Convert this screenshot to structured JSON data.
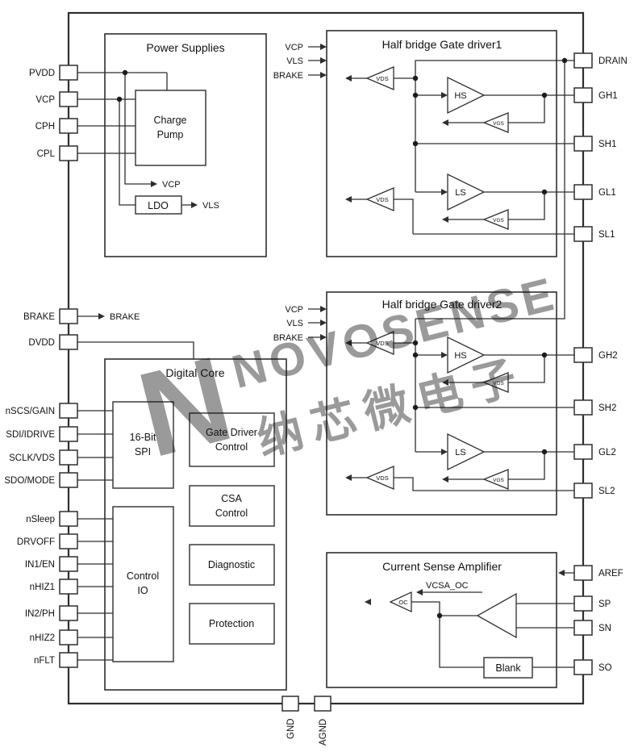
{
  "watermark": {
    "logo": "N",
    "brand": "NOVOSENSE",
    "cjk": "纳芯微电子"
  },
  "pins": {
    "left": [
      "PVDD",
      "VCP",
      "CPH",
      "CPL",
      "BRAKE",
      "DVDD",
      "nSCS/GAIN",
      "SDI/IDRIVE",
      "SCLK/VDS",
      "SDO/MODE",
      "nSleep",
      "DRVOFF",
      "IN1/EN",
      "nHIZ1",
      "IN2/PH",
      "nHIZ2",
      "nFLT"
    ],
    "right": [
      "DRAIN",
      "GH1",
      "SH1",
      "GL1",
      "SL1",
      "GH2",
      "SH2",
      "GL2",
      "SL2",
      "AREF",
      "SP",
      "SN",
      "SO"
    ],
    "bottom": [
      "GND",
      "AGND"
    ]
  },
  "brake_stub_label": "BRAKE",
  "power_supplies": {
    "title": "Power Supplies",
    "charge_pump_line1": "Charge",
    "charge_pump_line2": "Pump",
    "ldo_label": "LDO",
    "vcp_out_label": "VCP",
    "vls_out_label": "VLS"
  },
  "gate_driver1": {
    "title": "Half bridge Gate driver1",
    "in_vcp": "VCP",
    "in_vls": "VLS",
    "in_brake": "BRAKE",
    "vds_top": "VDS",
    "hs": "HS",
    "vgs_top": "VGS",
    "ls": "LS",
    "vgs_bottom": "VGS",
    "vds_bottom": "VDS"
  },
  "gate_driver2": {
    "title": "Half bridge Gate driver2",
    "in_vcp": "VCP",
    "in_vls": "VLS",
    "in_brake": "BRAKE",
    "vds_top": "VDS",
    "hs": "HS",
    "vgs_top": "VGS",
    "ls": "LS",
    "vgs_bottom": "VGS",
    "vds_bottom": "VDS"
  },
  "digital_core": {
    "title": "Digital Core",
    "spi_line1": "16-Bit",
    "spi_line2": "SPI",
    "control_io_line1": "Control",
    "control_io_line2": "IO",
    "gdc_line1": "Gate Driver",
    "gdc_line2": "Control",
    "csa_line1": "CSA",
    "csa_line2": "Control",
    "diagnostic": "Diagnostic",
    "protection": "Protection"
  },
  "csa_block": {
    "title": "Current Sense Amplifier",
    "oc_label": "OC",
    "vcsa_oc_label": "VCSA_OC",
    "blank_label": "Blank"
  }
}
